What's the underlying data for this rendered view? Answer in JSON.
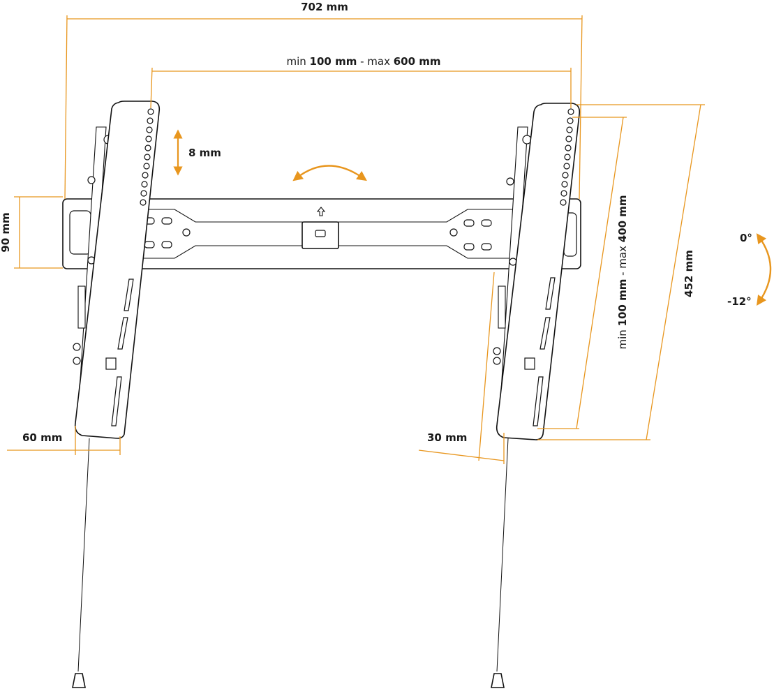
{
  "dimensions": {
    "overall_width": "702 mm",
    "vesa_width": {
      "prefix": "min ",
      "min": "100 mm",
      "middle": " - max ",
      "max": "600 mm"
    },
    "hole_step": "8 mm",
    "rail_height": "90 mm",
    "vesa_height": {
      "prefix": "min ",
      "min": "100 mm",
      "middle": " - max ",
      "max": "400 mm"
    },
    "arm_length": "452 mm",
    "depth_max": "60 mm",
    "depth_min": "30 mm"
  },
  "tilt": {
    "top": "0°",
    "bottom": "-12°"
  },
  "colors": {
    "dimension": "#e8961e",
    "line": "#111111",
    "background": "#ffffff"
  }
}
